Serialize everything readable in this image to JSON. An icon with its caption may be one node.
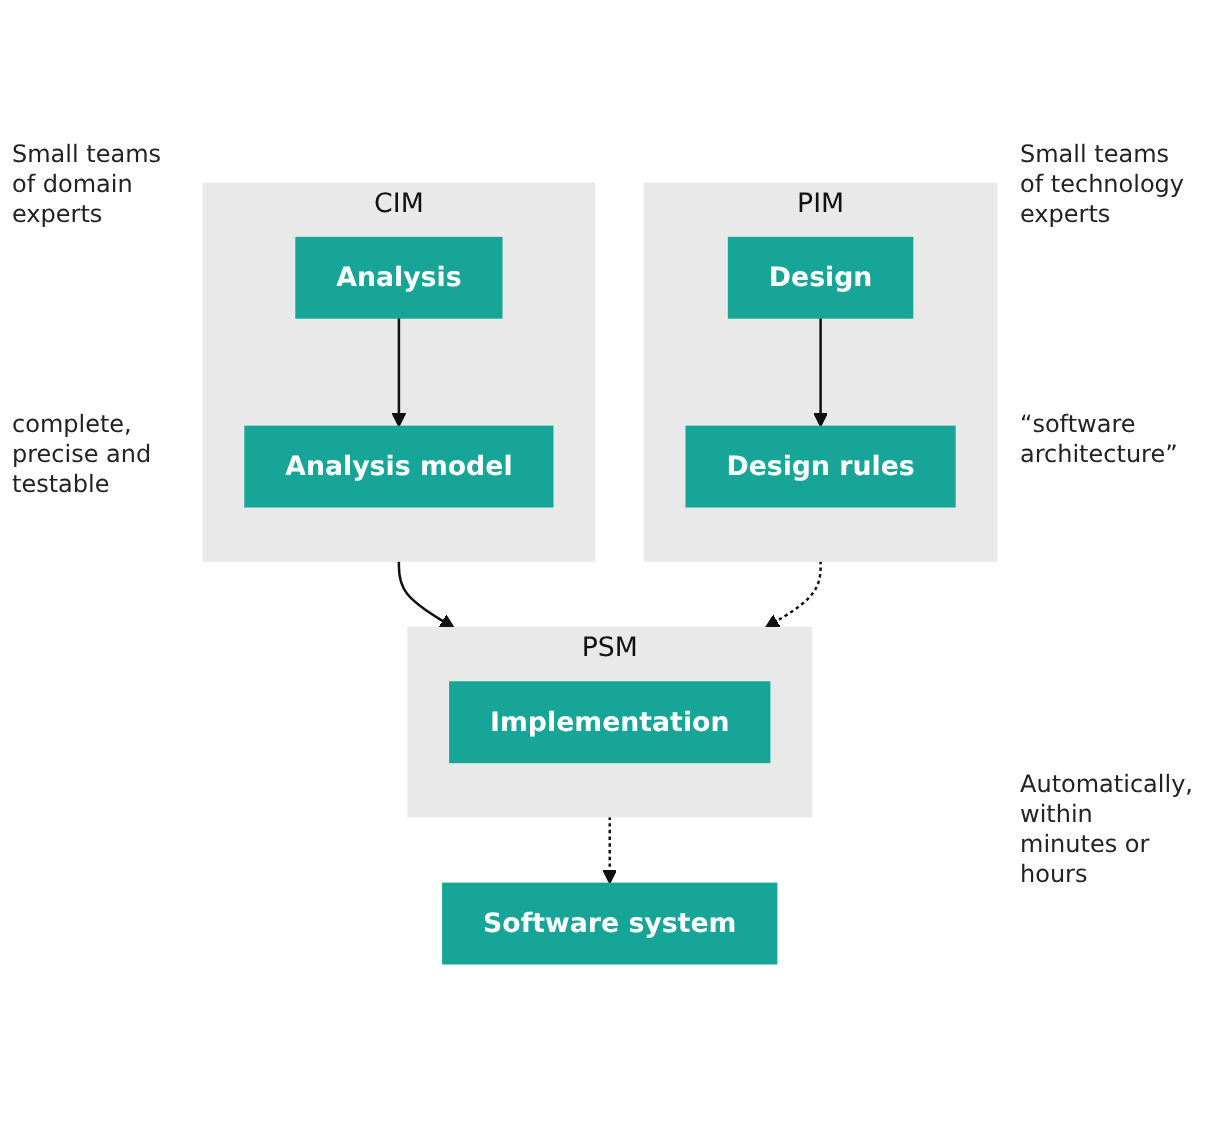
{
  "diagram": {
    "nodes": [
      {
        "text": [
          "CIM"
        ]
      },
      {
        "text": [
          "Analysis"
        ],
        "in": 0
      },
      {
        "text": [
          "Analysis model"
        ],
        "in": 0
      },
      {
        "text": [
          "PIM"
        ]
      },
      {
        "text": [
          "Design"
        ],
        "in": 3
      },
      {
        "text": [
          "Design rules"
        ],
        "in": 3
      },
      {
        "text": [
          "PSM"
        ]
      },
      {
        "text": [
          "Implementation"
        ],
        "in": 6
      },
      {
        "text": [
          "Software system"
        ]
      }
    ],
    "edges": [
      {
        "from": 1,
        "to": 2,
        "arrow": "to"
      },
      {
        "from": 4,
        "to": 5,
        "arrow": "to"
      },
      {
        "from": 0,
        "to": 6,
        "arrow": "to"
      },
      {
        "from": 3,
        "to": 6,
        "arrow": "to",
        "style": "dashed"
      },
      {
        "from": 6,
        "to": 8,
        "arrow": "to",
        "style": "dashed"
      }
    ],
    "labels": [
      "Small teams of domain experts",
      "Small teams of technology experts",
      "complete, precise and testable",
      "“software architecture”",
      "Automatically, within minutes or hours"
    ]
  }
}
